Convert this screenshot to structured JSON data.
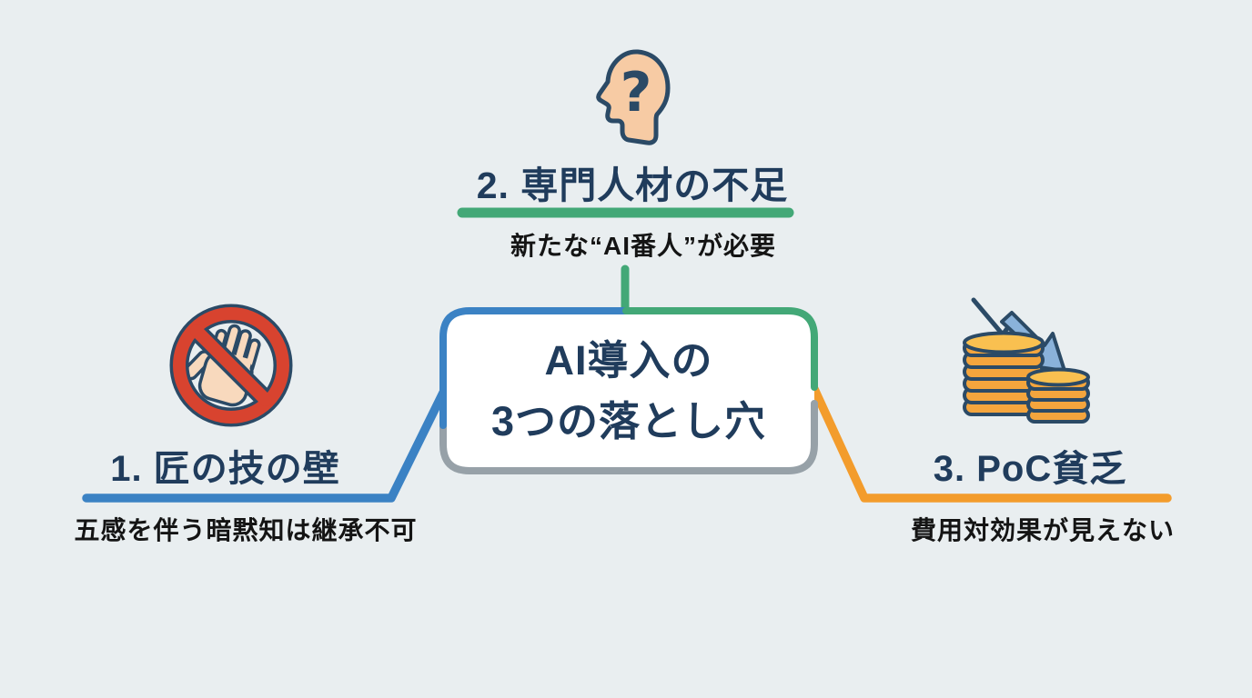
{
  "center_box": {
    "title_line1": "AI導入の",
    "title_line2": "3つの落とし穴"
  },
  "items": [
    {
      "title": "1. 匠の技の壁",
      "subtitle": "五感を伴う暗黙知は継承不可",
      "accent_color": "#3b82c4",
      "icon": "prohibition-hand-icon"
    },
    {
      "title": "2. 専門人材の不足",
      "subtitle": "新たな“AI番人”が必要",
      "accent_color": "#43a877",
      "icon": "head-question-icon"
    },
    {
      "title": "3. PoC貧乏",
      "subtitle": "費用対効果が見えない",
      "accent_color": "#f39c2c",
      "icon": "coins-decline-icon"
    }
  ],
  "icons": {
    "head_question_mark": "?"
  },
  "colors": {
    "background": "#e9eef0",
    "box_fill": "#ffffff",
    "box_bottom_border": "#97a1a8",
    "title_text": "#203c5c",
    "subtitle_text": "#141414",
    "blue_accent": "#3b82c4",
    "green_accent": "#43a877",
    "orange_accent": "#f39c2c",
    "outline_navy": "#2b4a66",
    "prohibition_red": "#d8432f",
    "skin_tone": "#f7cba4",
    "coin_orange": "#f4a53d",
    "coin_top": "#f9c050",
    "arrow_blue": "#8ab2da"
  }
}
